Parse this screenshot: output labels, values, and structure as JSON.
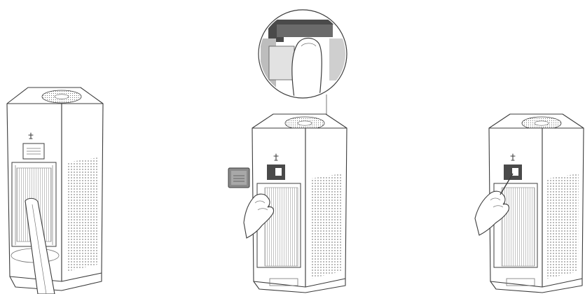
{
  "figure": {
    "steps": [
      {
        "illustration": "vacuum-cleaning-filter-compartment"
      },
      {
        "illustration": "removing-filter-cover-with-sensor-detail-zoom"
      },
      {
        "illustration": "detaching-sensor-cover"
      }
    ],
    "colors": {
      "stroke": "#3c3c3c",
      "dark_fill": "#4a4a4a",
      "mesh": "#9a9a9a",
      "background": "#ffffff"
    }
  }
}
